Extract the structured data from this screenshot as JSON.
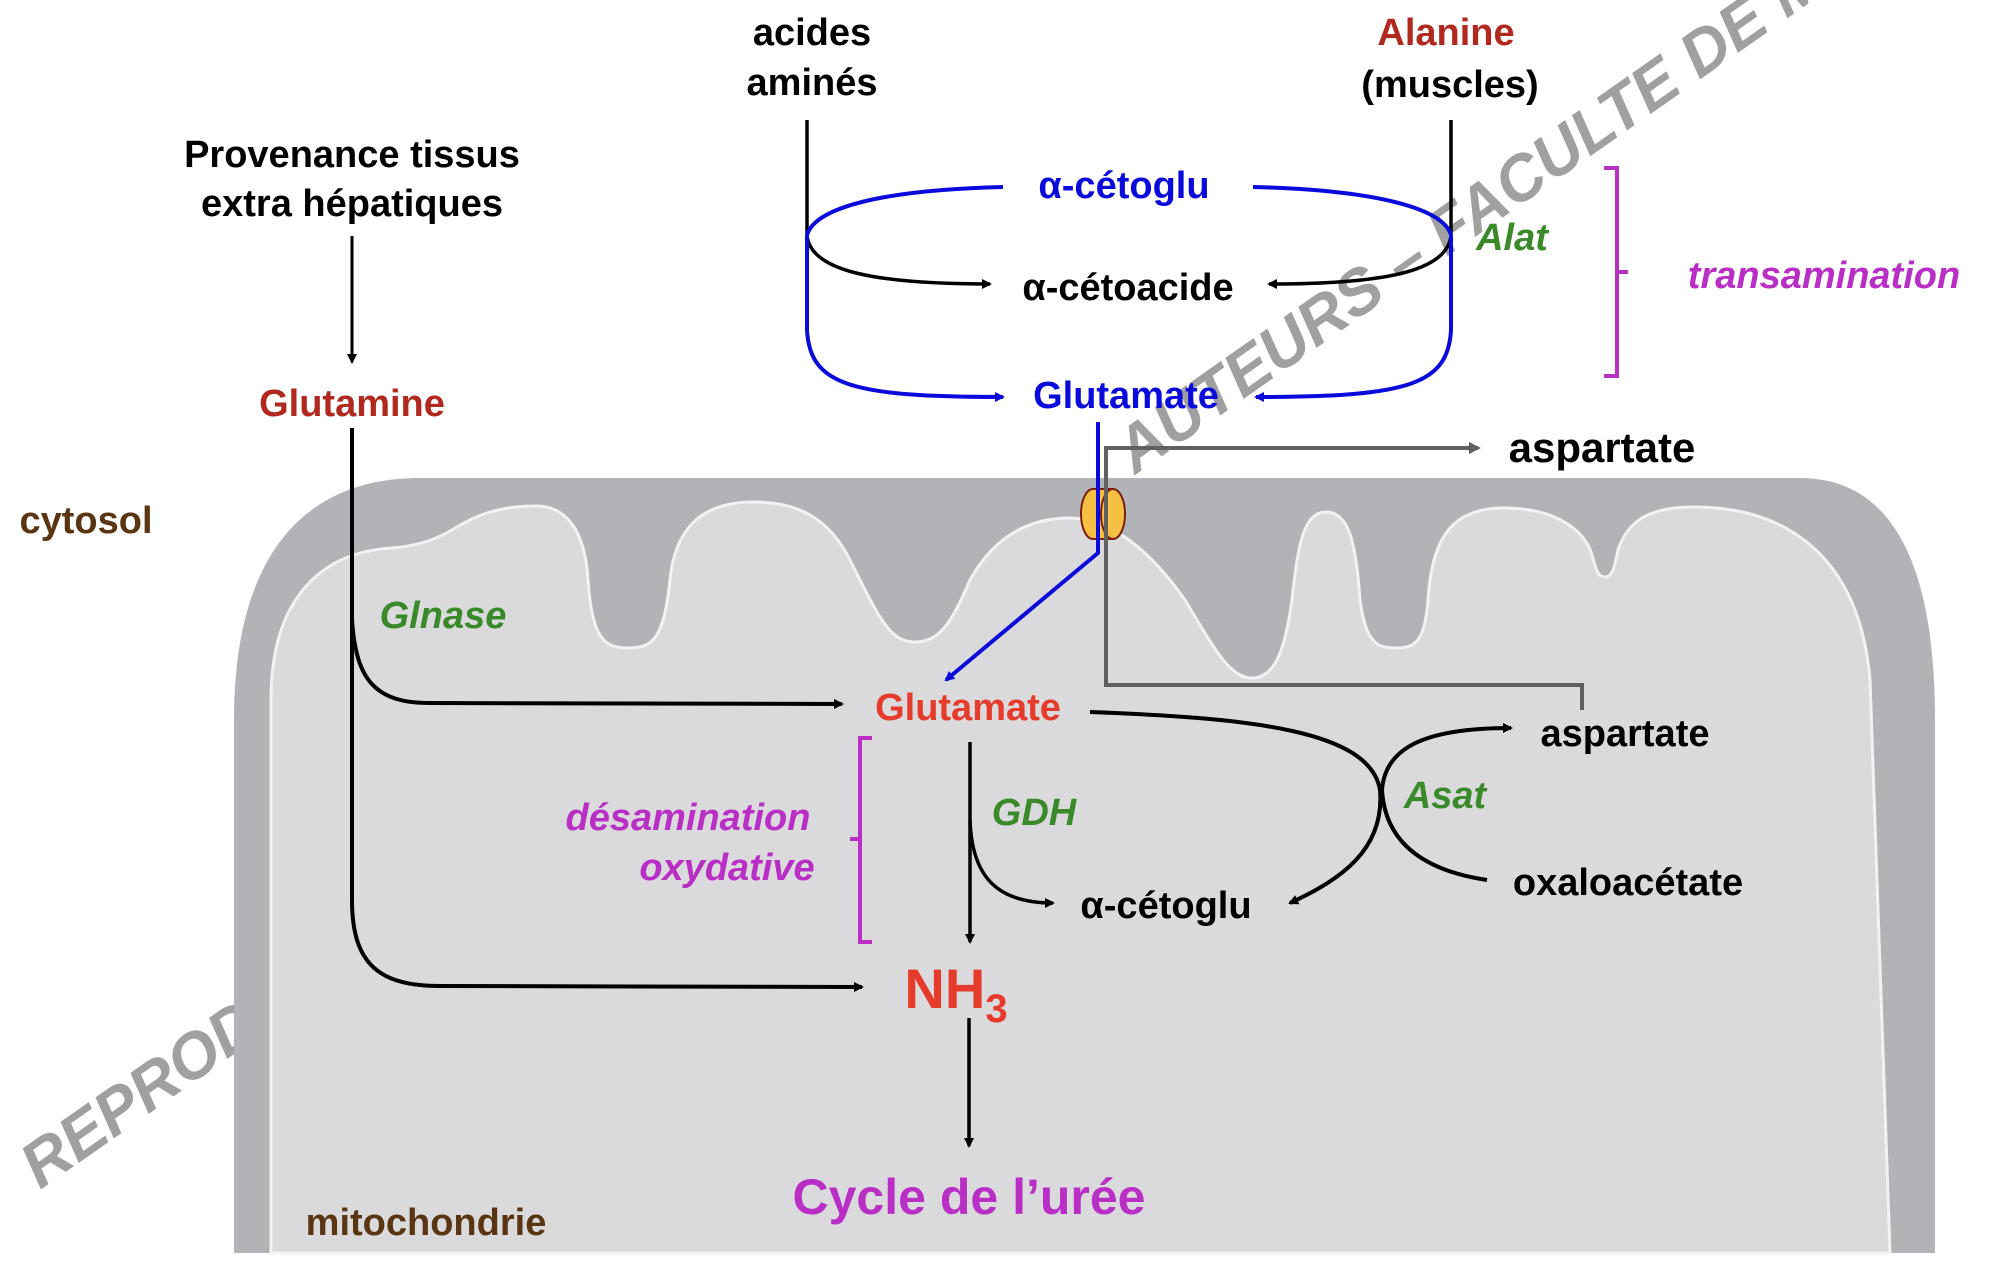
{
  "title": "Origine et devenir de l'ammoniac hépatique",
  "colors": {
    "black": "#000000",
    "blue": "#0a0adc",
    "dark_red": "#b0281e",
    "red": "#e63a2a",
    "green": "#3a8a2a",
    "magenta": "#b92fc5",
    "brown": "#5a3512",
    "grey_arrow": "#606060",
    "membrane": "#b2b3b6",
    "matrix": "#dadadd",
    "watermark": "#a0a0a0",
    "transporter_fill": "#f6c142",
    "transporter_stroke": "#7a1e10"
  },
  "compartments": {
    "cytosol": "cytosol",
    "mitochondria": "mitochondrie"
  },
  "top": {
    "amino_acids_line1": "acides",
    "amino_acids_line2": "aminés",
    "alanine": "Alanine",
    "alanine_source": "(muscles)",
    "alpha_kg": "α-cétoglu",
    "alpha_ketoacid": "α-cétoacide",
    "glutamate": "Glutamate",
    "enzyme_alat": "Alat",
    "process_transamination": "transamination"
  },
  "left": {
    "source_line1": "Provenance tissus",
    "source_line2": "extra hépatiques",
    "glutamine": "Glutamine"
  },
  "cytosol_products": {
    "aspartate": "aspartate"
  },
  "mito": {
    "enzyme_glnase": "Glnase",
    "glutamate": "Glutamate",
    "process_line1": "désamination",
    "process_line2": "oxydative",
    "enzyme_gdh": "GDH",
    "alpha_kg": "α-cétoglu",
    "enzyme_asat": "Asat",
    "aspartate": "aspartate",
    "oxaloacetate": "oxaloacétate",
    "nh3_main": "NH",
    "nh3_sub": "3",
    "urea_cycle": "Cycle de l’urée"
  },
  "watermark": {
    "fragment_left": "REPROD",
    "fragment_right": "AUTEURS – FACULTE DE MEDECIN"
  }
}
